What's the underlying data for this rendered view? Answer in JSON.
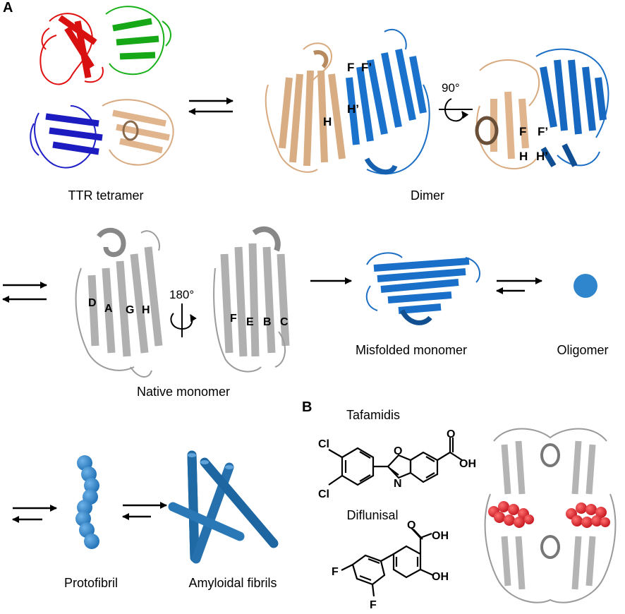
{
  "panels": {
    "a": "A",
    "b": "B"
  },
  "captions": {
    "tetramer": "TTR tetramer",
    "dimer": "Dimer",
    "native_monomer": "Native monomer",
    "misfolded_monomer": "Misfolded monomer",
    "oligomer": "Oligomer",
    "protofibril": "Protofibril",
    "amyloidal_fibrils": "Amyloidal fibrils"
  },
  "strand_labels": {
    "dimer_left": [
      "F",
      "F’",
      "H",
      "H’"
    ],
    "dimer_right": [
      "F",
      "F’",
      "H",
      "H’"
    ],
    "monomer_left": [
      "D",
      "A",
      "G",
      "H"
    ],
    "monomer_right": [
      "F",
      "E",
      "B",
      "C"
    ]
  },
  "rotations": {
    "dimer": "90°",
    "monomer": "180°"
  },
  "drugs": {
    "tafamidis": {
      "name": "Tafamidis",
      "atoms": [
        "Cl",
        "Cl",
        "O",
        "N",
        "O",
        "OH"
      ]
    },
    "diflunisal": {
      "name": "Diflunisal",
      "atoms": [
        "F",
        "F",
        "O",
        "OH",
        "OH"
      ]
    }
  },
  "colors": {
    "chain_red": "#e01010",
    "chain_green": "#18b018",
    "chain_blue": "#2020c8",
    "chain_wheat": "#d8aa80",
    "chain_azure": "#1c6fc4",
    "chain_grey": "#a8a8a8",
    "oligomer": "#2f86cc",
    "fibril": "#1f6aa5",
    "ligand": "#e0202a"
  }
}
